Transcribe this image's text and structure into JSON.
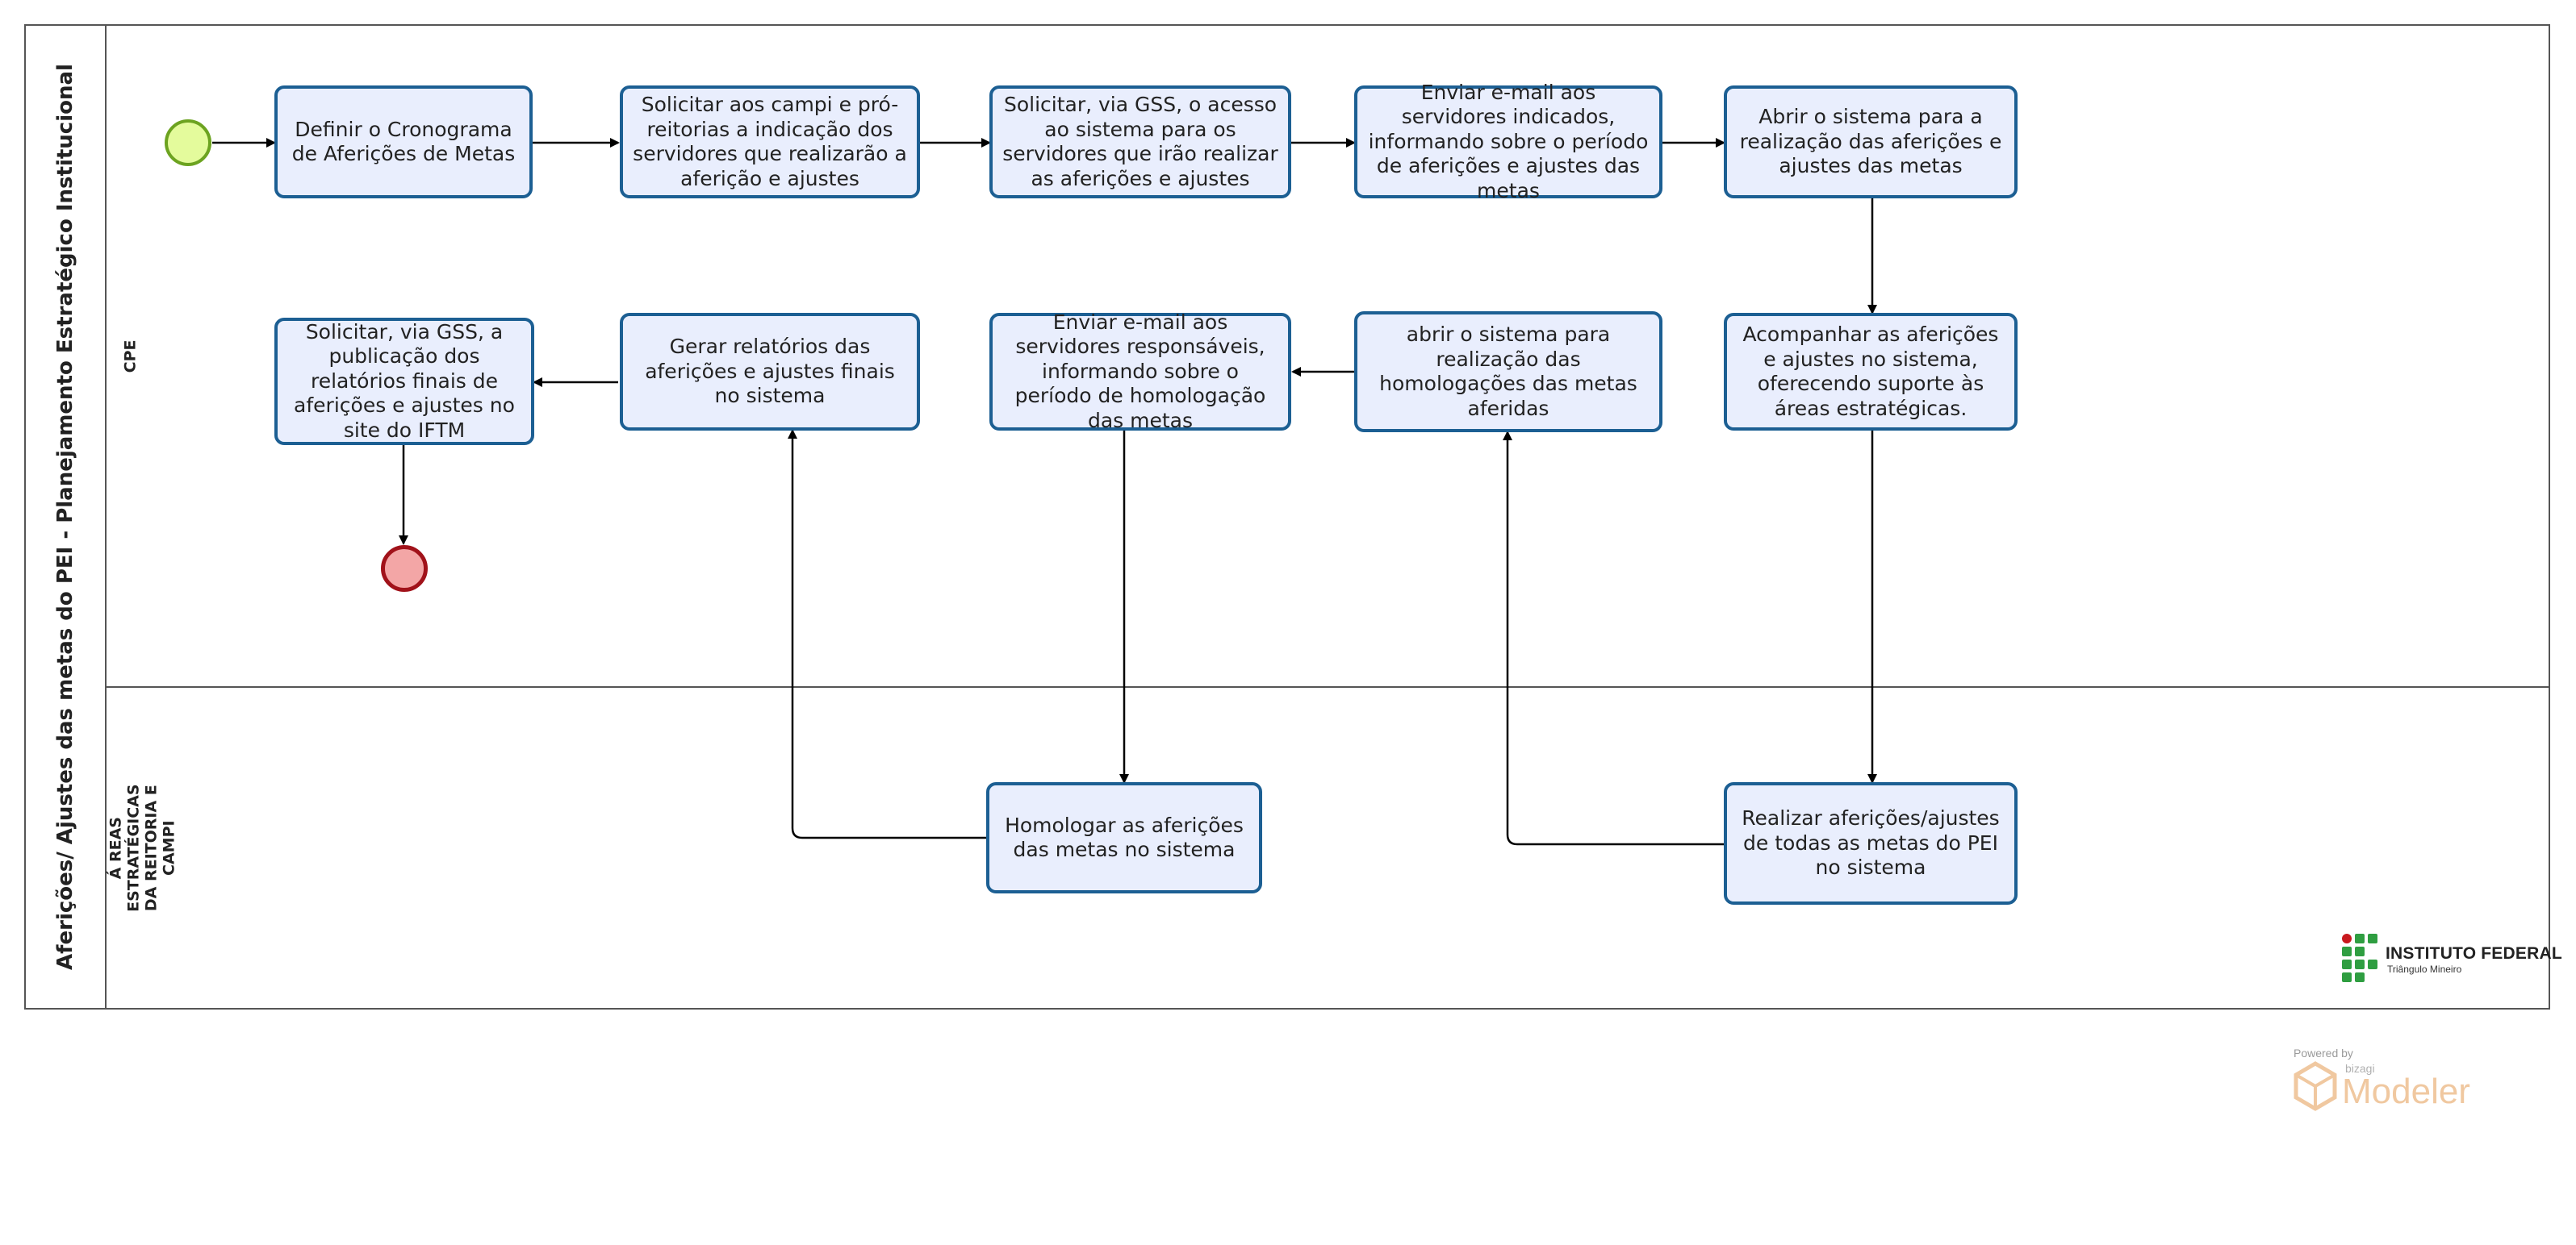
{
  "pool": {
    "title": "Aferições/ Ajustes das metas do PEI - Planejamento Estratégico Institucional",
    "lanes": [
      {
        "id": "cpe",
        "label": "CPE"
      },
      {
        "id": "areas",
        "label": "Á REAS ESTRATÉGICAS DA REITORIA E CAMPI"
      }
    ]
  },
  "tasks": {
    "t1": "Definir o Cronograma de Aferições de Metas",
    "t2": "Solicitar aos campi e pró-reitorias a indicação dos servidores que realizarão a aferição e ajustes",
    "t3": "Solicitar, via GSS, o acesso ao sistema para os servidores que irão realizar as aferições e ajustes",
    "t4": "Enviar e-mail aos servidores indicados, informando sobre o período de aferições e ajustes das metas",
    "t5": "Abrir o sistema para a realização das aferições e ajustes das metas",
    "t6": "Acompanhar as aferições e ajustes no sistema, oferecendo suporte às áreas estratégicas.",
    "t7": "abrir o sistema para realização das homologações das metas aferidas",
    "t8": "Enviar e-mail aos servidores responsáveis, informando sobre o período de homologação das metas",
    "t9": "Gerar relatórios das aferições e ajustes finais no sistema",
    "t10": "Solicitar, via GSS, a publicação dos relatórios finais de aferições e ajustes no site do IFTM",
    "t11": "Homologar as aferições das metas no sistema",
    "t12": "Realizar aferições/ajustes de todas as metas do PEI  no sistema"
  },
  "logo": {
    "name": "INSTITUTO FEDERAL",
    "subtitle": "Triângulo Mineiro"
  },
  "watermark": {
    "powered": "Powered by",
    "brand": "bizagi",
    "product": "Modeler"
  },
  "colors": {
    "task_fill": "#e9eefd",
    "task_border": "#1c5f93",
    "start_fill": "#e4fb9c",
    "end_fill": "#f3a6a6",
    "if_green": "#2f9e41",
    "if_red": "#c8191e"
  }
}
